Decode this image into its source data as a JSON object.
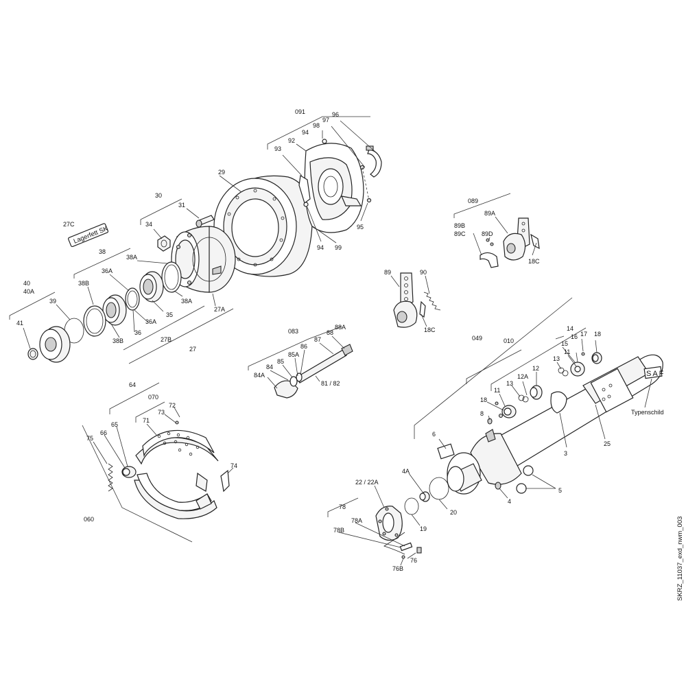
{
  "labels": {
    "l091": "091",
    "l96": "96",
    "l97": "97",
    "l98": "98",
    "l94a": "94",
    "l92": "92",
    "l93": "93",
    "l29": "29",
    "l95": "95",
    "l94b": "94",
    "l99": "99",
    "l30": "30",
    "l31": "31",
    "l34": "34",
    "l27C": "27C",
    "l38": "38",
    "l38A_top": "38A",
    "l36A_top": "36A",
    "l38B_top": "38B",
    "l40": "40",
    "l40A": "40A",
    "l39": "39",
    "l41": "41",
    "l36A_bot": "36A",
    "l36": "36",
    "l38B_bot": "38B",
    "l35": "35",
    "l38A_bot": "38A",
    "l27A": "27A",
    "l27B": "27B",
    "l27": "27",
    "l089": "089",
    "l89A": "89A",
    "l89B": "89B",
    "l89C": "89C",
    "l89D": "89D",
    "l18C_a": "18C",
    "l89": "89",
    "l90": "90",
    "l18C_b": "18C",
    "l083": "083",
    "l88": "88",
    "l88A": "88A",
    "l87": "87",
    "l86": "86",
    "l85A": "85A",
    "l85": "85",
    "l84": "84",
    "l84A": "84A",
    "l8182": "81 / 82",
    "l049": "049",
    "l010": "010",
    "l14": "14",
    "l15": "15",
    "l16": "16",
    "l17": "17",
    "l18a": "18",
    "l11a": "11",
    "l13a": "13",
    "l12": "12",
    "l12A": "12A",
    "l13b": "13",
    "l11b": "11",
    "l18b": "18",
    "l8": "8",
    "l3": "3",
    "l25": "25",
    "lTypen": "Typenschild",
    "lSAF": "SAF",
    "l6": "6",
    "l5": "5",
    "l4": "4",
    "l4A": "4A",
    "l20": "20",
    "l19": "19",
    "l2222A": "22 / 22A",
    "l78": "78",
    "l78A": "78A",
    "l78B": "78B",
    "l76B": "76B",
    "l76": "76",
    "l64": "64",
    "l070": "070",
    "l72": "72",
    "l73": "73",
    "l71": "71",
    "l65": "65",
    "l66": "66",
    "l75": "75",
    "l74": "74",
    "l060": "060"
  },
  "grease_badge": "Lagerfett SK",
  "doc_id": "SKRZ_11037_exd_nwm_003"
}
